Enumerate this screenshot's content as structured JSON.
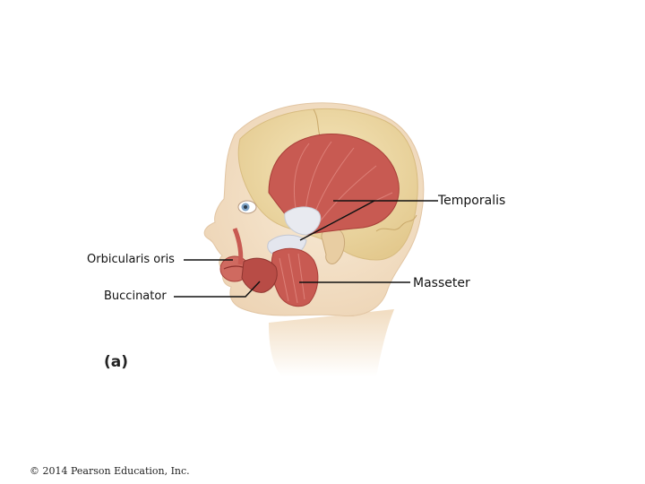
{
  "labels": {
    "temporalis": "Temporalis",
    "masseter": "Masseter",
    "orbicularis_oris": "Orbicularis oris",
    "buccinator": "Buccinator"
  },
  "panel_label": "(a)",
  "copyright": "© 2014 Pearson Education, Inc.",
  "colors": {
    "skin": "#f4e2c8",
    "skull": "#eedca6",
    "muscle": "#c8584f",
    "muscle_dark": "#a83e38",
    "tendon": "#e6e8ee",
    "leader_line": "#111111"
  }
}
